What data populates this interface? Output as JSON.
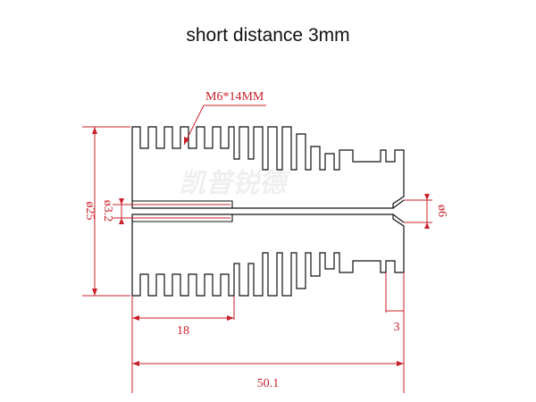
{
  "title": "short distance 3mm",
  "labels": {
    "thread": "M6*14MM",
    "bore": "ø3.2",
    "outer_diameter": "ø25",
    "tip_diameter": "ø6",
    "length_fins": "18",
    "tip_length": "3",
    "total_length": "50.1"
  },
  "watermark": "凯普锐德",
  "colors": {
    "outline": "#111111",
    "dimension": "#c8202a"
  }
}
